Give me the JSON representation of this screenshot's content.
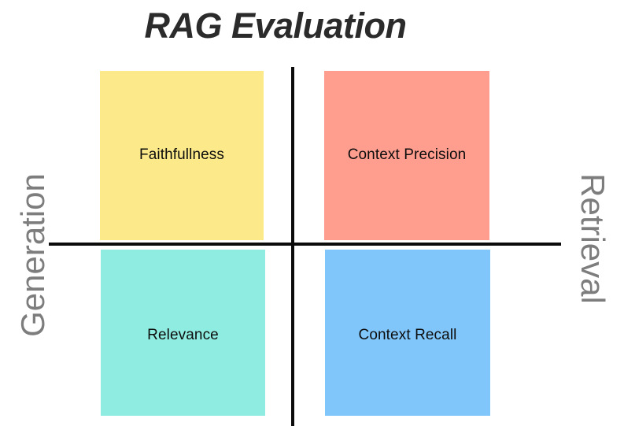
{
  "diagram": {
    "title": "RAG Evaluation",
    "background_color": "#ffffff",
    "title_color": "#2b2b2b",
    "axis_color": "#0b0b0b",
    "axis_caption_color": "#7d7d7d",
    "axes": {
      "left_caption": "Generation",
      "right_caption": "Retrieval"
    },
    "quadrants": [
      {
        "id": "faithfullness",
        "label": "Faithfullness",
        "position": "top-left",
        "fill_color": "#fbe98a",
        "text_color": "#0d0d0d",
        "axis_group": "Generation"
      },
      {
        "id": "context-precision",
        "label": "Context Precision",
        "position": "top-right",
        "fill_color": "#ff9e8f",
        "text_color": "#0d0d0d",
        "axis_group": "Retrieval"
      },
      {
        "id": "relevance",
        "label": "Relevance",
        "position": "bottom-left",
        "fill_color": "#8eede0",
        "text_color": "#0d0d0d",
        "axis_group": "Generation"
      },
      {
        "id": "context-recall",
        "label": "Context Recall",
        "position": "bottom-right",
        "fill_color": "#80c6fb",
        "text_color": "#0d0d0d",
        "axis_group": "Retrieval"
      }
    ]
  }
}
